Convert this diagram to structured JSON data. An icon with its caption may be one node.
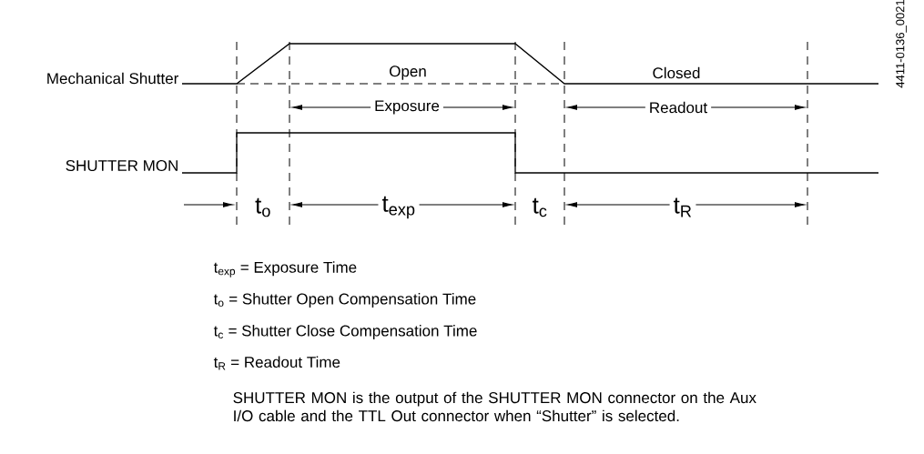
{
  "diagram": {
    "labels": [
      "4411-0136_0021",
      "Mechanical Shutter",
      "Open",
      "Closed",
      "Exposure",
      "Readout",
      "SHUTTER MON",
      "t$_{o}$",
      "t$_{exp}$",
      "t$_{c}$",
      "t$_{R}$",
      "t$_{exp}$ = Exposure Time",
      "t$_{o}$ = Shutter Open Compensation Time",
      "t$_{c}$ = Shutter Close Compensation Time",
      "t$_{R}$ = Readout Time",
      "SHUTTER MON is the output of the SHUTTER MON connector on the Aux I/O cable and the TTL Out connector when “Shutter” is selected."
    ]
  }
}
